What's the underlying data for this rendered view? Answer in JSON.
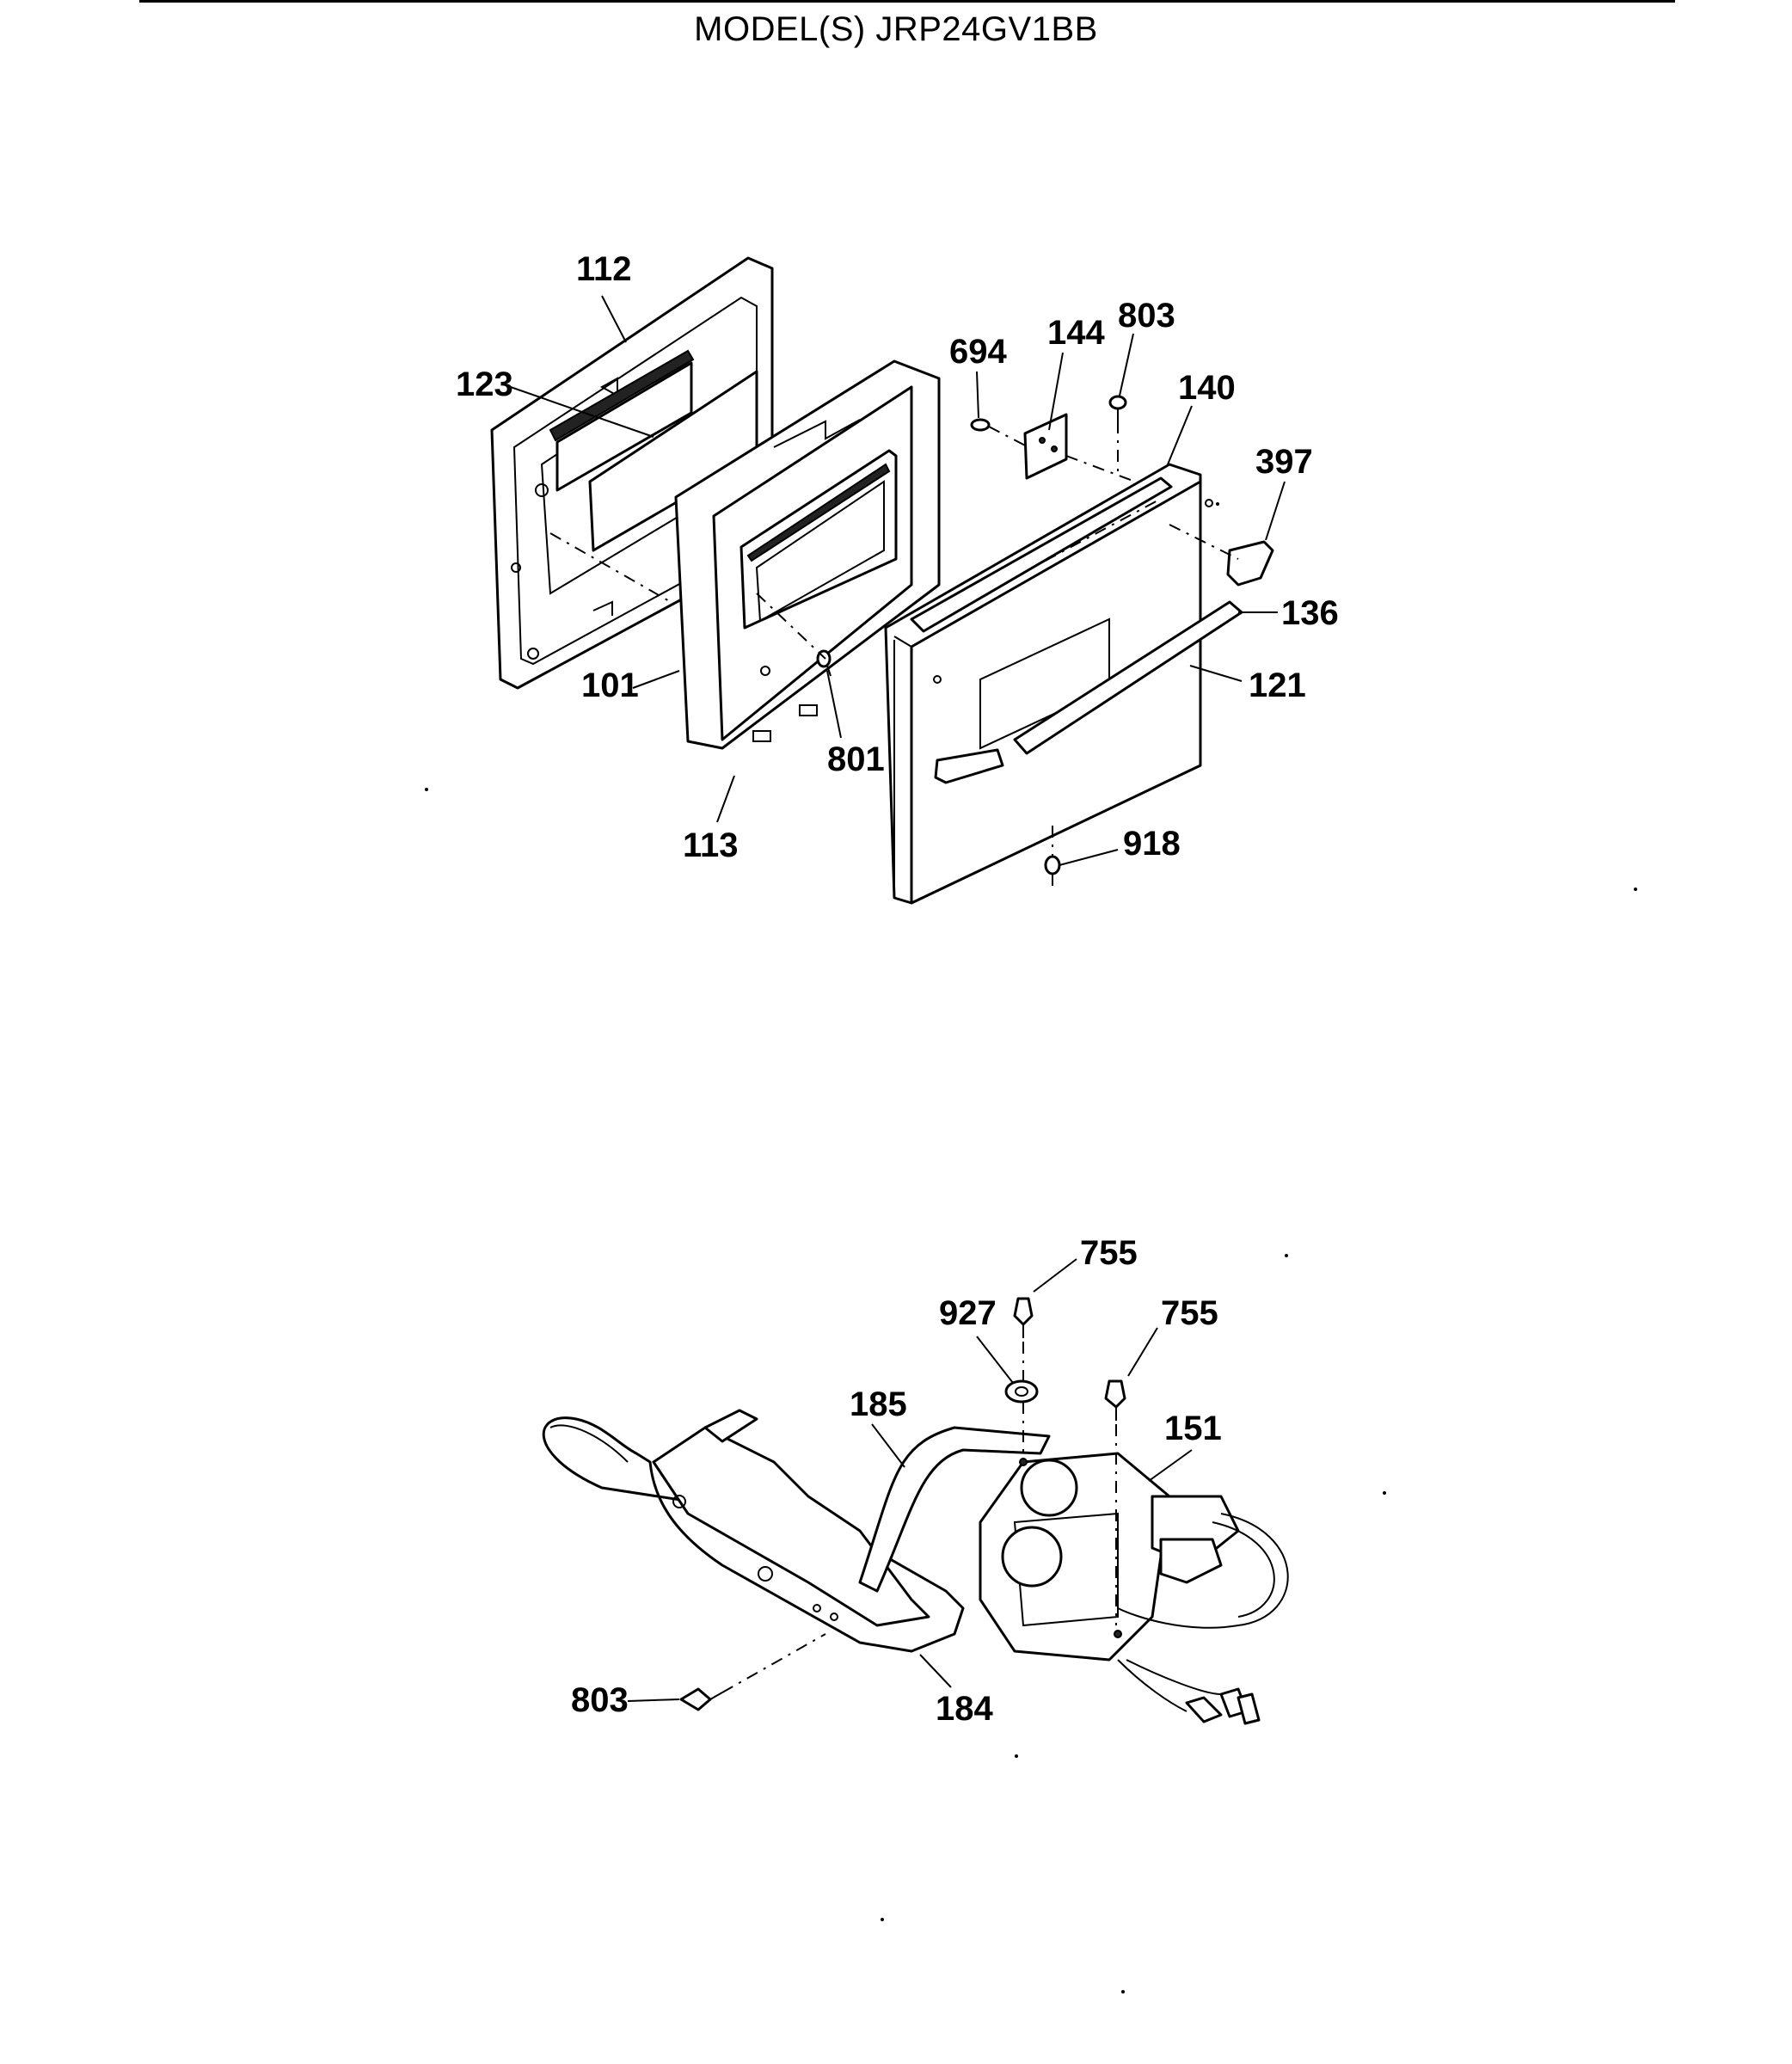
{
  "header": {
    "model_title": "MODEL(S) JRP24GV1BB"
  },
  "door_assembly": {
    "callouts": {
      "c112": "112",
      "c123": "123",
      "c101": "101",
      "c113": "113",
      "c801": "801",
      "c694": "694",
      "c144": "144",
      "c803": "803",
      "c140": "140",
      "c397": "397",
      "c136": "136",
      "c121": "121",
      "c918": "918"
    }
  },
  "latch_assembly": {
    "callouts": {
      "c755a": "755",
      "c927": "927",
      "c755b": "755",
      "c185": "185",
      "c151": "151",
      "c803": "803",
      "c184": "184"
    }
  }
}
